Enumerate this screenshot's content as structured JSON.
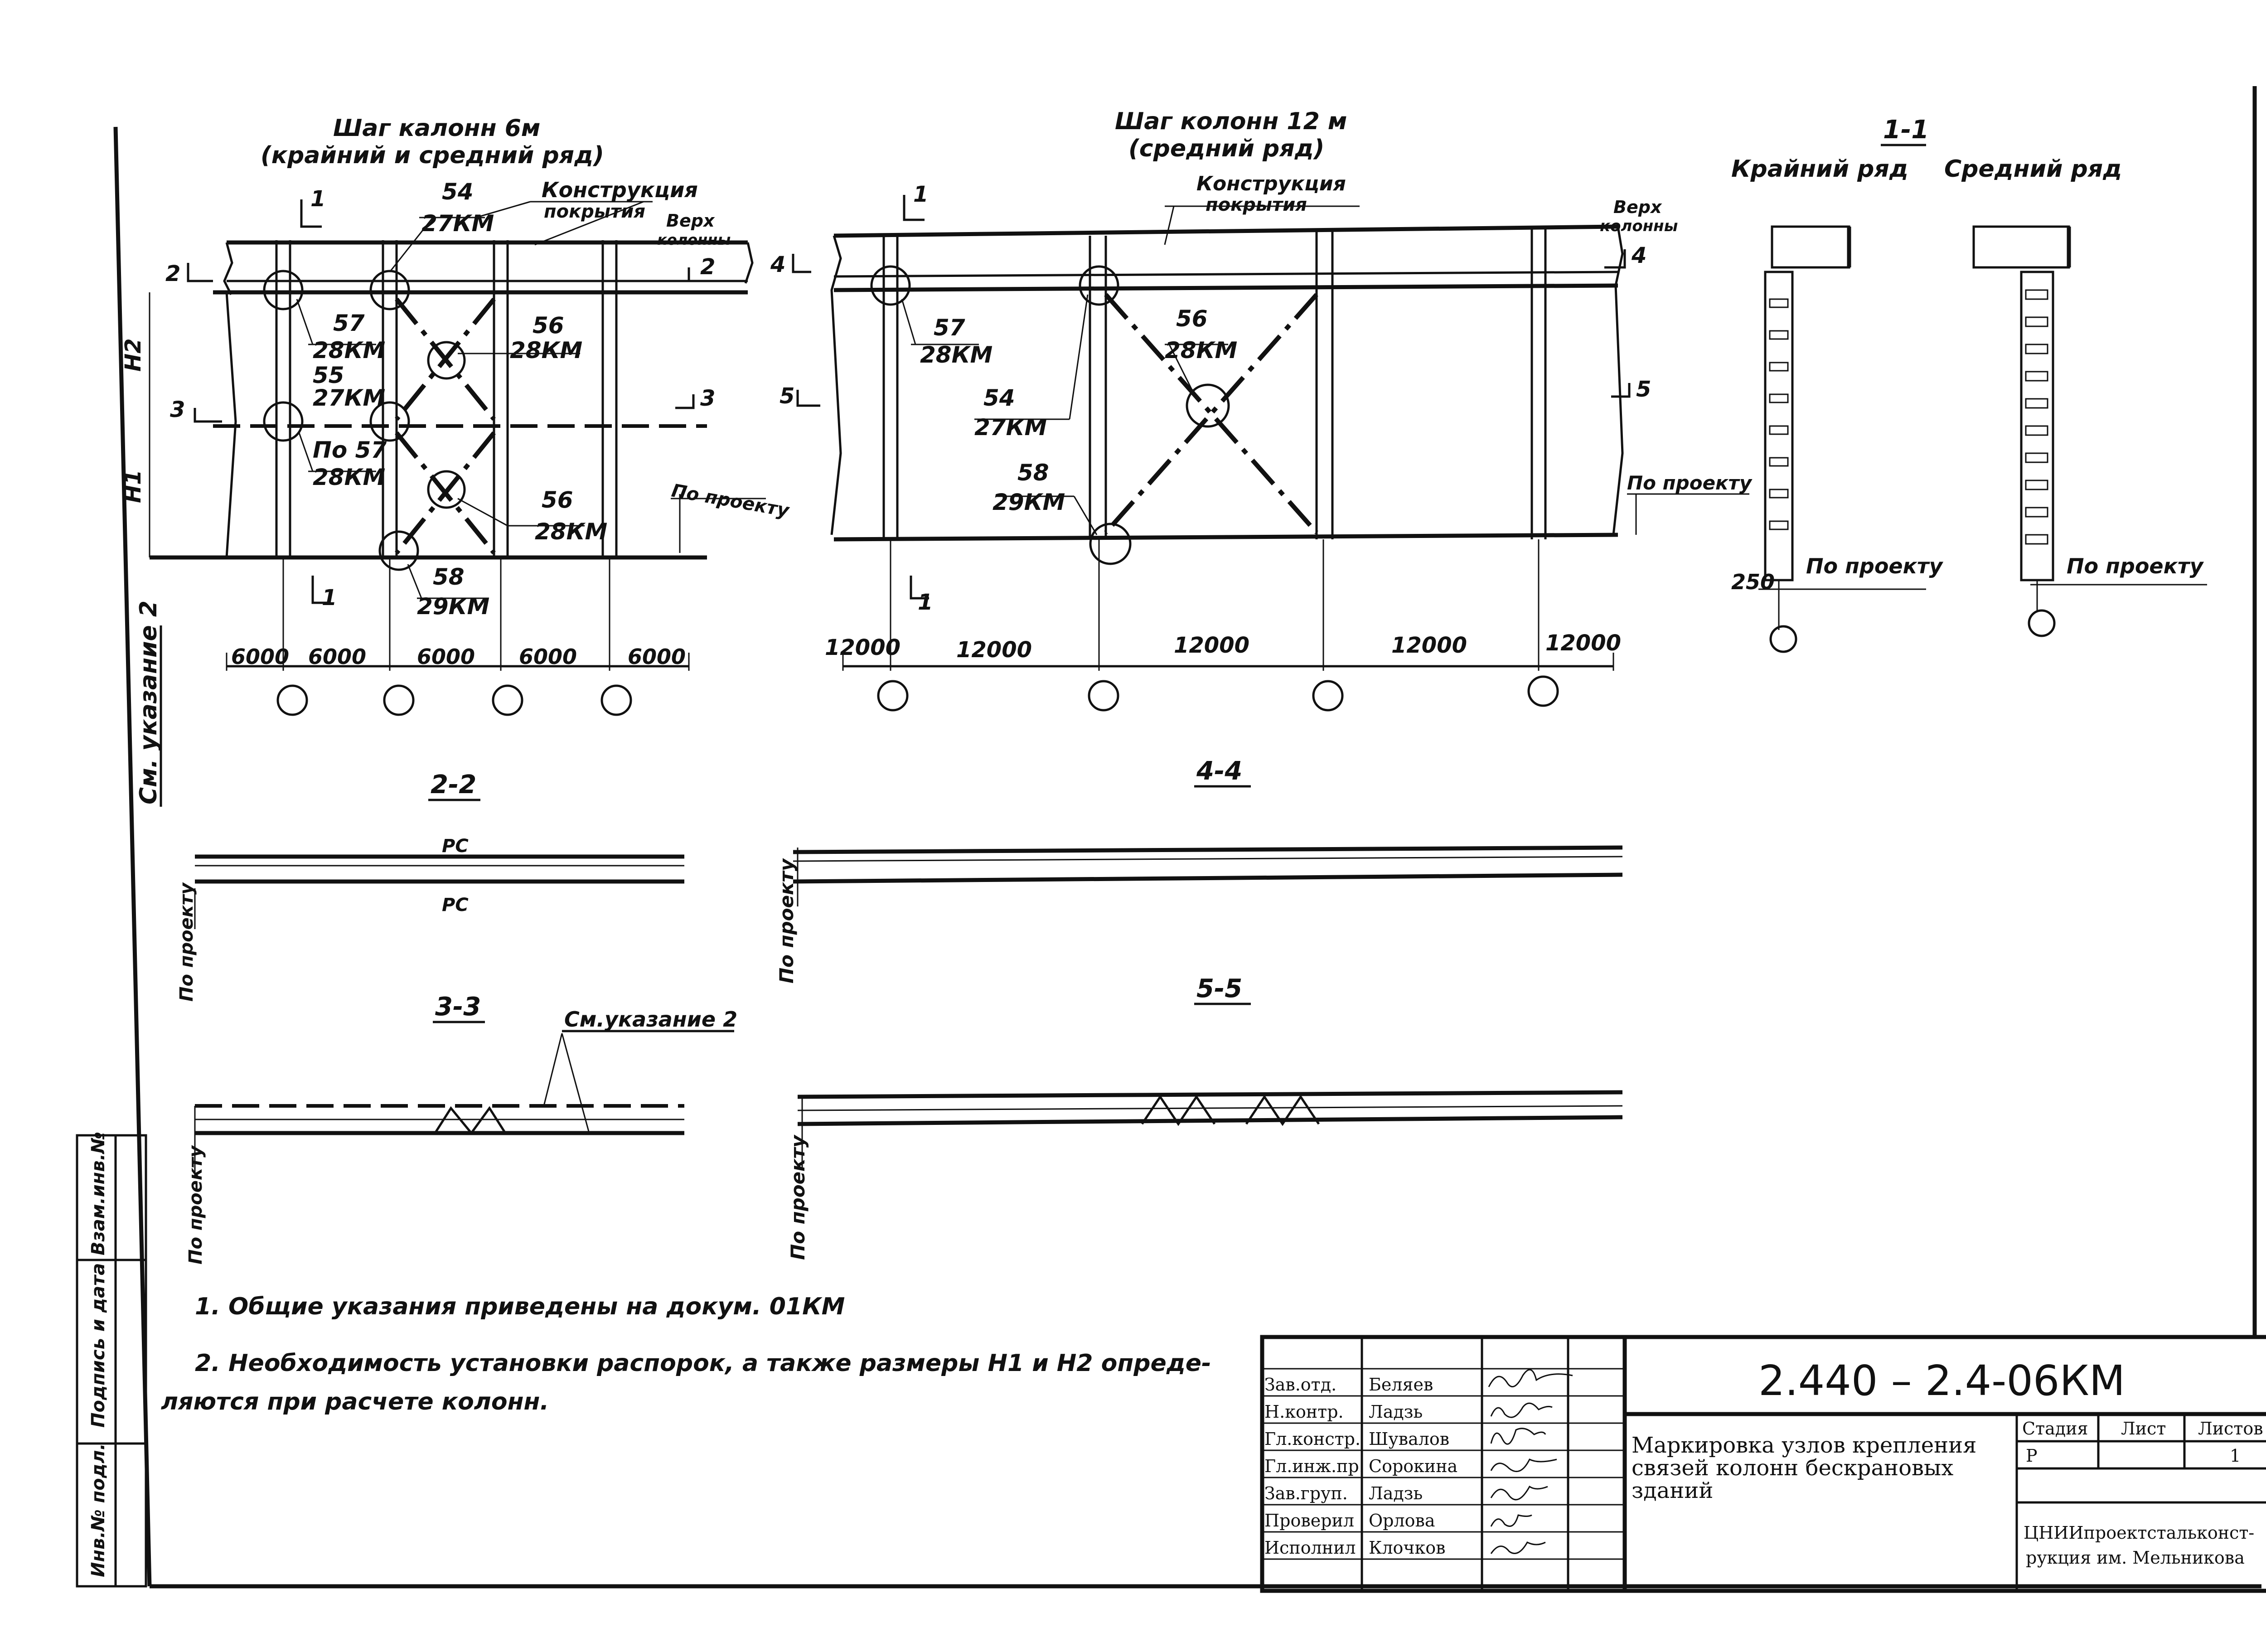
{
  "views": {
    "step6": {
      "title_line1": "Шаг калонн 6м",
      "title_line2": "(крайний и средний ряд)",
      "roof_label_line1": "Конструкция",
      "roof_label_line2": "покрытия",
      "top_label_line1": "Верх",
      "top_label_line2": "колонны",
      "node_57": {
        "num": "57",
        "doc": "28КМ"
      },
      "node_54": {
        "num": "54",
        "doc": "27КМ"
      },
      "node_55": {
        "num": "55",
        "doc": "27КМ"
      },
      "node_po57": {
        "num": "По 57",
        "doc": "28КМ"
      },
      "node_56a": {
        "num": "56",
        "doc": "28КМ"
      },
      "node_56b": {
        "num": "56",
        "doc": "28КМ"
      },
      "node_58": {
        "num": "58",
        "doc": "29КМ"
      },
      "height_h2": "H2",
      "height_h1": "H1",
      "by_design": "По проекту",
      "cut_1": "1",
      "cut_2": "2",
      "cut_3": "3",
      "spans": [
        "6000",
        "6000",
        "6000",
        "6000",
        "6000"
      ]
    },
    "step12": {
      "title_line1": "Шаг колонн 12 м",
      "title_line2": "(средний ряд)",
      "roof_label_line1": "Конструкция",
      "roof_label_line2": "покрытия",
      "top_label_line1": "Верх",
      "top_label_line2": "колонны",
      "node_57": {
        "num": "57",
        "doc": "28КМ"
      },
      "node_56": {
        "num": "56",
        "doc": "28КМ"
      },
      "node_54": {
        "num": "54",
        "doc": "27КМ"
      },
      "node_58": {
        "num": "58",
        "doc": "29КМ"
      },
      "by_design": "По проекту",
      "cut_1": "1",
      "cut_4": "4",
      "cut_5": "5",
      "spans": [
        "12000",
        "12000",
        "12000",
        "12000",
        "12000"
      ]
    },
    "section_1_1": {
      "title": "1-1",
      "outer_row": "Крайний ряд",
      "middle_row": "Средний ряд",
      "dim_250": "250",
      "by_design": "По проекту"
    },
    "side_note": "См. указание 2"
  },
  "sections": {
    "s22": {
      "title": "2-2",
      "rc_top": "РС",
      "rc_bottom": "РС",
      "by_design": "По проекту"
    },
    "s44": {
      "title": "4-4",
      "by_design": "По проекту"
    },
    "s33": {
      "title": "3-3",
      "note": "См.указание 2",
      "by_design": "По проекту"
    },
    "s55": {
      "title": "5-5",
      "by_design": "По проекту"
    }
  },
  "notes": {
    "n1": "1. Общие указания приведены на докум. 01КМ",
    "n2a": "2. Необходимость установки распорок, а также размеры H1 и H2 опреде-",
    "n2b": "ляются при расчете колонн."
  },
  "left_strip": {
    "inv_no": "Инв.№ подл.",
    "sign_date": "Подпись и дата",
    "replace_inv": "Взам.инв.№"
  },
  "title_block": {
    "doc_code": "2.440 – 2.4-06КМ",
    "title_line1": "Маркировка узлов крепления",
    "title_line2": "связей колонн бескрановых",
    "title_line3": "зданий",
    "stage_header": "Стадия",
    "sheet_header": "Лист",
    "sheets_header": "Листов",
    "stage": "Р",
    "sheet": "",
    "sheets": "1",
    "org_line1": "ЦНИИпроектстальконст-",
    "org_line2": "рукция им. Мельникова",
    "staff": [
      {
        "role": "Зав.отд.",
        "name": "Беляев"
      },
      {
        "role": "Н.контр.",
        "name": "Ладзь"
      },
      {
        "role": "Гл.констр.",
        "name": "Шувалов"
      },
      {
        "role": "Гл.инж.пр.",
        "name": "Сорокина"
      },
      {
        "role": "Зав.груп.",
        "name": "Ладзь"
      },
      {
        "role": "Проверил",
        "name": "Орлова"
      },
      {
        "role": "Исполнил",
        "name": "Клочков"
      }
    ]
  }
}
